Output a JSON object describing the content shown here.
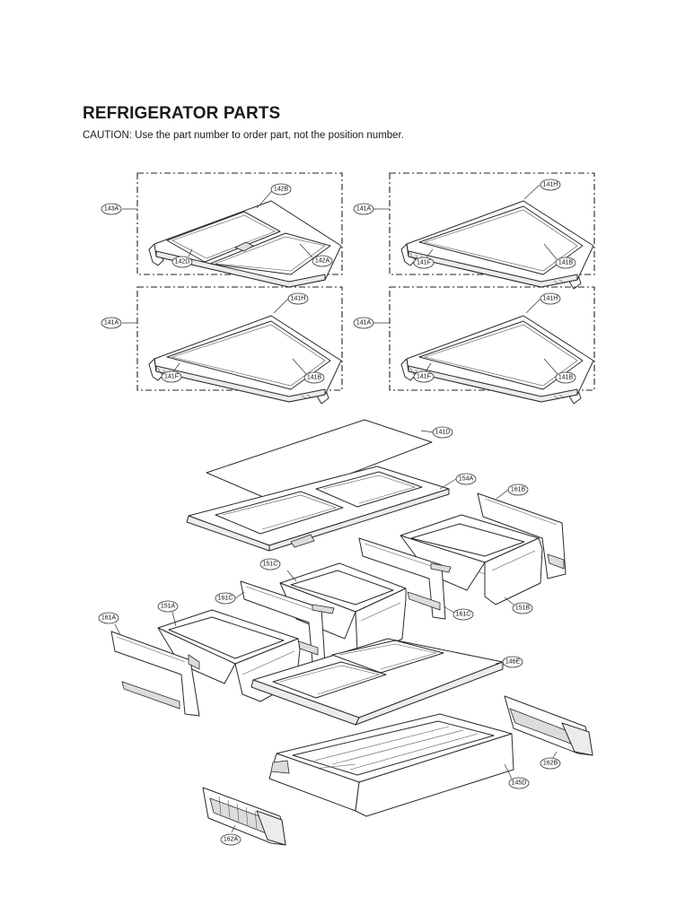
{
  "header": {
    "title": "REFRIGERATOR PARTS",
    "caution": "CAUTION: Use the part number to order part, not the position number."
  },
  "callouts": {
    "shelf_glass_top": "142B",
    "shelf_assembly_split": "143A",
    "shelf_frame_left": "142D",
    "shelf_frame_right": "142A",
    "shelf_assembly": "141A",
    "shelf_glass": "141H",
    "shelf_trim_front": "141F",
    "shelf_trim_back": "141B",
    "crisper_cover_glass": "141D",
    "crisper_cover_frame": "154A",
    "panel_right": "161B",
    "crisper_center": "151C",
    "divider": "161C",
    "crisper_right": "151B",
    "crisper_left": "151A",
    "panel_left": "161A",
    "drawer_cover": "146E",
    "rail_right": "162B",
    "bottom_drawer": "145D",
    "rail_left": "162A"
  }
}
